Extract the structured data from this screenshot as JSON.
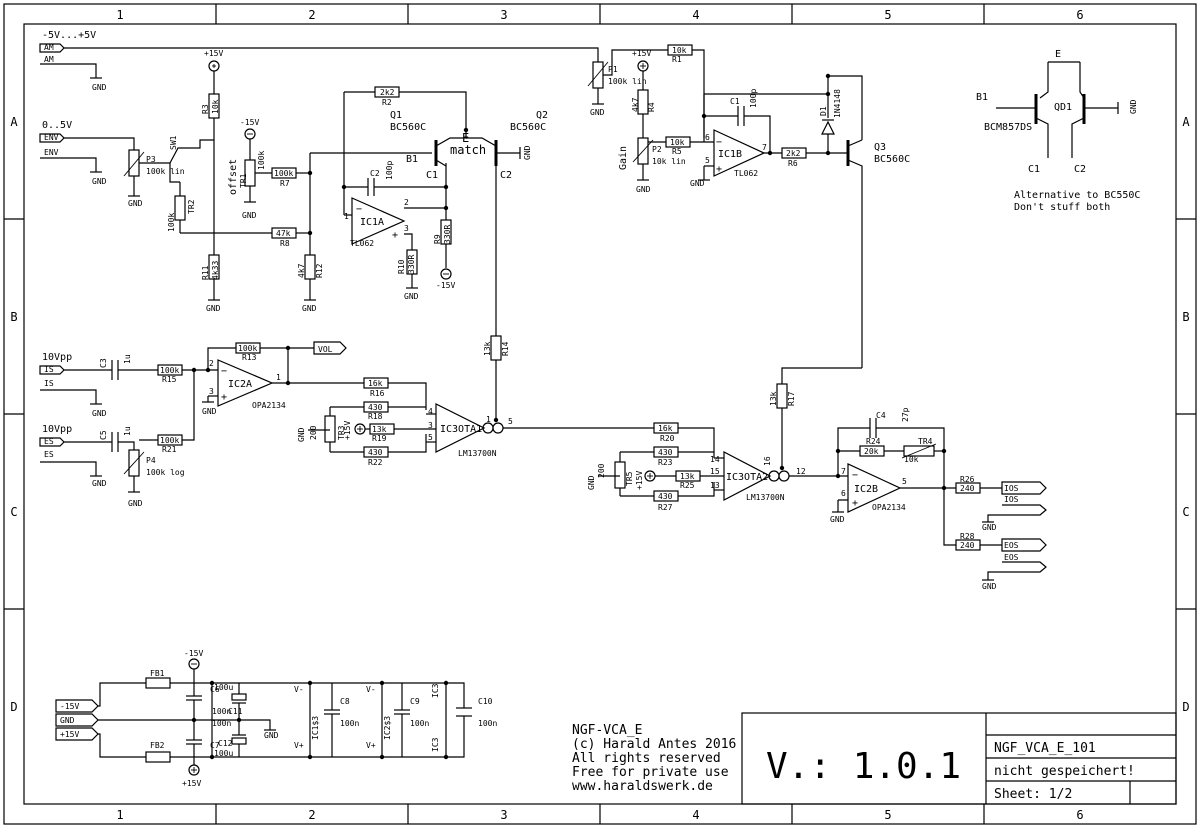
{
  "frame": {
    "columns": [
      "1",
      "2",
      "3",
      "4",
      "5",
      "6"
    ],
    "rows": [
      "A",
      "B",
      "C",
      "D"
    ]
  },
  "inputs": {
    "am_range": "-5V...+5V",
    "am": "AM",
    "am2": "AM",
    "env_range": "0..5V",
    "env": "ENV",
    "env2": "ENV",
    "is_level": "10Vpp",
    "is": "IS",
    "is2": "IS",
    "es_level": "10Vpp",
    "es": "ES",
    "es2": "ES",
    "pwr_m15": "-15V",
    "pwr_gnd": "GND",
    "pwr_p15": "+15V"
  },
  "outputs": {
    "vol": "VOL",
    "ios": "IOS",
    "ios2": "IOS",
    "eos": "EOS",
    "eos2": "EOS"
  },
  "supply": {
    "p15": "+15V",
    "m15": "-15V",
    "gnd": "GND"
  },
  "components": {
    "r1": "R1",
    "r1v": "10k",
    "r2": "R2",
    "r2v": "2k2",
    "r3": "R3",
    "r3v": "10k",
    "r4": "R4",
    "r4v": "4k7",
    "r5": "R5",
    "r5v": "10k",
    "r6": "R6",
    "r6v": "2k2",
    "r7": "R7",
    "r7v": "100k",
    "r8": "R8",
    "r8v": "47k",
    "r9": "R9",
    "r9v": "330R",
    "r10": "R10",
    "r10v": "330R",
    "r11": "R11",
    "r11v": "4k33",
    "r12": "R12",
    "r12v": "4k7",
    "r13": "R13",
    "r13v": "100k",
    "r14": "R14",
    "r14v": "13k",
    "r15": "R15",
    "r15v": "100k",
    "r16": "R16",
    "r16v": "16k",
    "r17": "R17",
    "r17v": "13k",
    "r18": "R18",
    "r18v": "430",
    "r19": "R19",
    "r19v": "13k",
    "r20": "R20",
    "r20v": "16k",
    "r21": "R21",
    "r21v": "100k",
    "r22": "R22",
    "r22v": "430",
    "r23": "R23",
    "r23v": "430",
    "r24": "R24",
    "r24v": "20k",
    "r25": "R25",
    "r25v": "13k",
    "r26": "R26",
    "r26v": "240",
    "r27": "R27",
    "r27v": "430",
    "r28": "R28",
    "r28v": "240",
    "p1": "P1",
    "p1v": "100k lin",
    "p2": "P2",
    "p2v": "10k lin",
    "p3": "P3",
    "p3v": "100k lin",
    "p4": "P4",
    "p4v": "100k log",
    "tr1": "TR1",
    "tr1v": "100k",
    "tr2": "TR2",
    "tr2v": "100k",
    "tr3": "TR3",
    "tr3v": "200",
    "tr4": "TR4",
    "tr4v": "10k",
    "tr5": "TR5",
    "tr5v": "200",
    "c1": "C1",
    "c1v": "100p",
    "c2": "C2",
    "c2v": "100p",
    "c3": "C3",
    "c3v": "1u",
    "c4": "C4",
    "c4v": "27p",
    "c5": "C5",
    "c5v": "1u",
    "c8": "C8",
    "c8v": "100n",
    "c9": "C9",
    "c9v": "100n",
    "c10": "C10",
    "c10v": "100n",
    "c6": "C6",
    "c6v": "100n",
    "c7": "C7",
    "c7v": "100n",
    "c11": "C11",
    "c11v": "100u",
    "c12": "C12",
    "c12v": "100u",
    "fb1": "FB1",
    "fb2": "FB2",
    "d1": "D1",
    "d1v": "1N4148",
    "sw1": "SW1",
    "q1": "Q1",
    "q1v": "BC560C",
    "q2": "Q2",
    "q2v": "BC560C",
    "q3": "Q3",
    "q3v": "BC560C",
    "qd1": "QD1",
    "qd1v": "BCM857DS",
    "ic1a": "IC1A",
    "ic1b": "IC1B",
    "ic1v": "TL062",
    "ic2a": "IC2A",
    "ic2b": "IC2B",
    "ic2v": "OPA2134",
    "ic3a": "IC3OTA1",
    "ic3b": "IC3OTA2",
    "ic3v": "LM13700N",
    "ic1p": "IC1$3",
    "ic2p": "IC2$3",
    "ic3p": "IC3"
  },
  "labels": {
    "offset": "offset",
    "gain": "Gain",
    "match_e": "E",
    "match": "match",
    "b1": "B1",
    "c1n": "C1",
    "c2n": "C2",
    "qd_e": "E",
    "qd_b1": "B1",
    "qd_c1": "C1",
    "qd_c2": "C2",
    "alt1": "Alternative to BC550C",
    "alt2": "Don't stuff both",
    "vminus": "V-",
    "vplus": "V+",
    "vminus2": "V-",
    "vplus2": "V+"
  },
  "pins": [
    "1",
    "2",
    "3",
    "1",
    "2",
    "3",
    "5",
    "6",
    "7",
    "5",
    "6",
    "7",
    "1",
    "2",
    "3",
    "4",
    "5",
    "12",
    "13",
    "14",
    "15",
    "16"
  ],
  "titleblock": {
    "notes": [
      "NGF-VCA_E",
      "(c) Harald Antes 2016",
      "All rights reserved",
      "Free for private use",
      "www.haraldswerk.de"
    ],
    "version": "V.: 1.0.1",
    "name": "NGF_VCA_E_101",
    "status": "nicht gespeichert!",
    "sheet": "Sheet: 1/2"
  }
}
